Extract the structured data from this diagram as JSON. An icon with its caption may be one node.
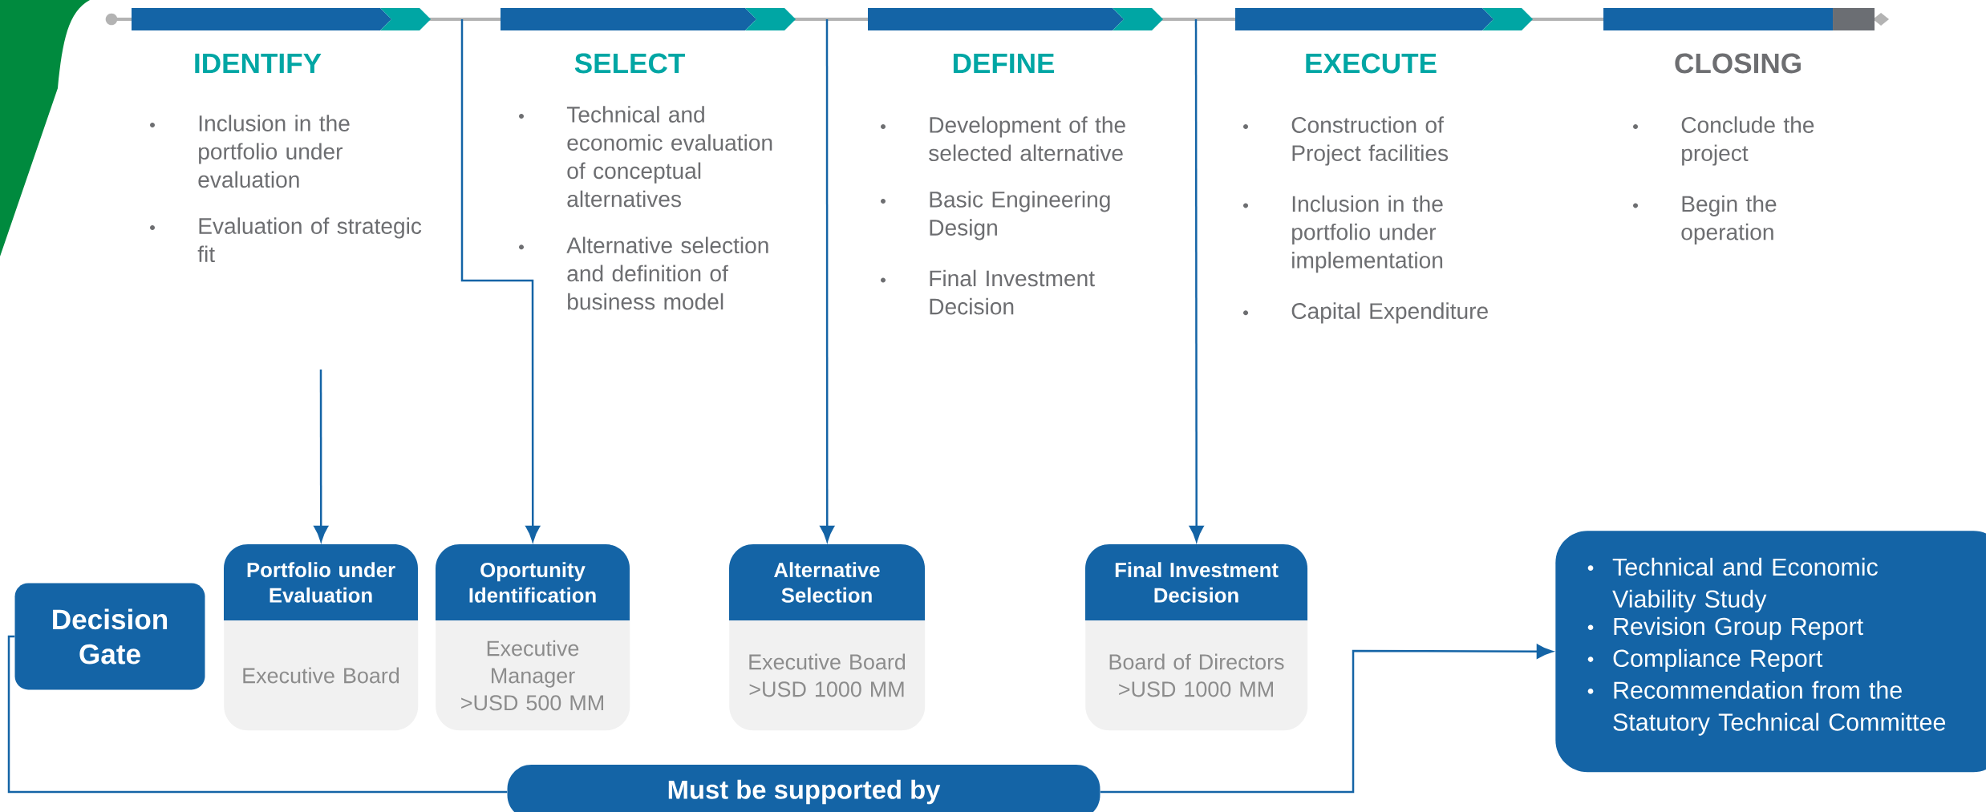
{
  "diagram": {
    "nodes": [
      {
        "text": [
          "IDENTIFY",
          "Inclusion in the portfolio under evaluation",
          "Evaluation of strategic fit"
        ]
      },
      {
        "text": [
          "SELECT",
          "Technical and economic evaluation of conceptual alternatives",
          "Alternative selection and definition of business model"
        ]
      },
      {
        "text": [
          "DEFINE",
          "Development of the selected alternative",
          "Basic Engineering Design",
          "Final Investment Decision"
        ]
      },
      {
        "text": [
          "EXECUTE",
          "Construction of Project facilities",
          "Inclusion in the portfolio under implementation",
          "Capital Expenditure"
        ]
      },
      {
        "text": [
          "CLOSING",
          "Conclude the project",
          "Begin the operation"
        ]
      },
      {
        "text": [
          "Portfolio under Evaluation",
          "Executive Board"
        ]
      },
      {
        "text": [
          "Oportunity Identification",
          "Executive Manager >USD 500 MM"
        ]
      },
      {
        "text": [
          "Alternative Selection",
          "Executive Board >USD 1000 MM"
        ]
      },
      {
        "text": [
          "Final Investment Decision",
          "Board of Directors >USD 1000 MM"
        ]
      },
      {
        "text": [
          "Technical and Economic Viability Study",
          "Revision Group Report",
          "Compliance Report",
          "Recommendation from the Statutory Technical Committee"
        ]
      },
      {
        "text": [
          "Decision Gate"
        ]
      },
      {
        "text": [
          "Must be supported by"
        ]
      }
    ],
    "edges": [
      {
        "from": null,
        "to": 5,
        "arrow": "to"
      },
      {
        "from": null,
        "to": 6,
        "arrow": "to"
      },
      {
        "from": null,
        "to": 7,
        "arrow": "to"
      },
      {
        "from": null,
        "to": 8,
        "arrow": "to"
      },
      {
        "from": 10,
        "to": 11,
        "arrow": "none"
      },
      {
        "from": 11,
        "to": 9,
        "arrow": "to"
      }
    ]
  }
}
